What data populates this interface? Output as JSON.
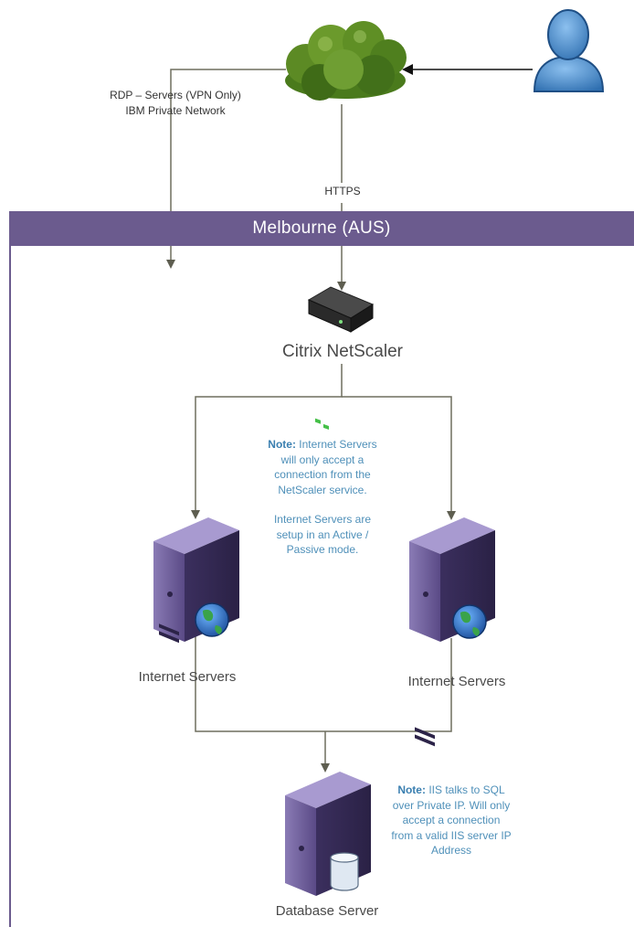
{
  "region": {
    "title": "Melbourne (AUS)"
  },
  "connections": {
    "rdp_line1": "RDP – Servers (VPN Only)",
    "rdp_line2": "IBM Private Network",
    "https": "HTTPS"
  },
  "nodes": {
    "netscaler": "Citrix NetScaler",
    "internet_server_left": "Internet Servers",
    "internet_server_right": "Internet Servers",
    "database": "Database Server"
  },
  "notes": {
    "internet": {
      "prefix": "Note:",
      "lines": [
        " Internet Servers",
        "will only accept a",
        "connection from the",
        "NetScaler service."
      ],
      "lines2": [
        "Internet Servers are",
        "setup in an Active /",
        "Passive mode."
      ]
    },
    "database": {
      "prefix": "Note:",
      "lines": [
        " IIS talks to SQL",
        "over Private IP. Will only",
        "accept a connection",
        "from a valid IIS server IP",
        "Address"
      ]
    }
  },
  "colors": {
    "banner": "#6b5b8e",
    "connector": "#6e6e5e",
    "note_text": "#4f90b9",
    "cloud": "#5c8a24",
    "user": "#4a86c5"
  }
}
